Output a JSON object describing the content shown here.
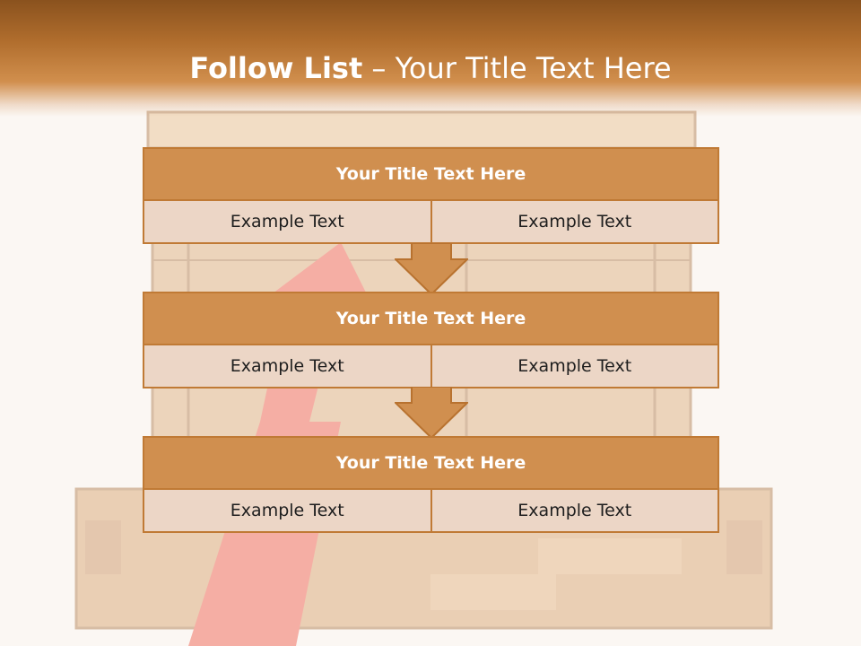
{
  "slide": {
    "title_bold": "Follow List",
    "title_rest": "  – Your Title Text Here"
  },
  "colors": {
    "header_dark": "#8a521e",
    "block_title": "#d08f4f",
    "block_body": "#ecd6c6",
    "border": "#c07a35",
    "arrow_fill": "#d08f4f"
  },
  "blocks": [
    {
      "title": "Your Title Text Here",
      "cells": [
        "Example Text",
        "Example Text"
      ]
    },
    {
      "title": "Your Title Text Here",
      "cells": [
        "Example Text",
        "Example Text"
      ]
    },
    {
      "title": "Your Title Text Here",
      "cells": [
        "Example Text",
        "Example Text"
      ]
    }
  ]
}
